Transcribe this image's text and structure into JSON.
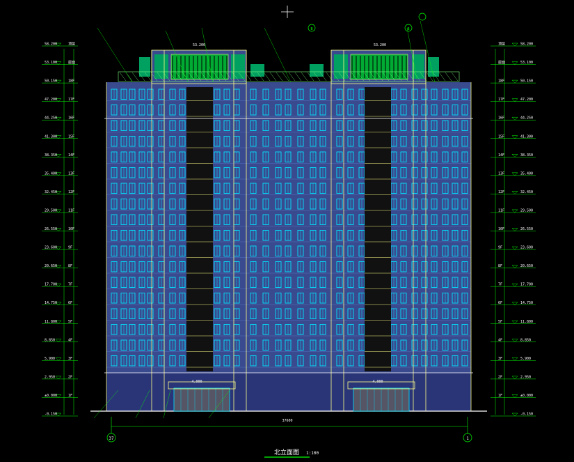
{
  "drawing": {
    "title": "北立面图",
    "scale": "1:100",
    "total_width_dim": "37600",
    "axis_left": "37",
    "axis_right": "1",
    "center_dims": [
      "4,000",
      "4,000"
    ],
    "roof_elev_labels": [
      "53.200",
      "53.200"
    ],
    "grid_tags": [
      "B",
      "B"
    ]
  },
  "levels": [
    {
      "label": "顶层",
      "elev": "58.200"
    },
    {
      "label": "屋面",
      "elev": "53.100"
    },
    {
      "label": "18F",
      "elev": "50.150"
    },
    {
      "label": "17F",
      "elev": "47.200"
    },
    {
      "label": "16F",
      "elev": "44.250"
    },
    {
      "label": "15F",
      "elev": "41.300"
    },
    {
      "label": "14F",
      "elev": "38.350"
    },
    {
      "label": "13F",
      "elev": "35.400"
    },
    {
      "label": "12F",
      "elev": "32.450"
    },
    {
      "label": "11F",
      "elev": "29.500"
    },
    {
      "label": "10F",
      "elev": "26.550"
    },
    {
      "label": "9F",
      "elev": "23.600"
    },
    {
      "label": "8F",
      "elev": "20.650"
    },
    {
      "label": "7F",
      "elev": "17.700"
    },
    {
      "label": "6F",
      "elev": "14.750"
    },
    {
      "label": "5F",
      "elev": "11.800"
    },
    {
      "label": "4F",
      "elev": "8.850"
    },
    {
      "label": "3F",
      "elev": "5.900"
    },
    {
      "label": "2F",
      "elev": "2.950"
    },
    {
      "label": "1F",
      "elev": "±0.000"
    },
    {
      "label": "",
      "elev": "-0.150"
    }
  ],
  "colors": {
    "background": "#000000",
    "facade": "#3a4a8e",
    "window": "#00e5ff",
    "outline": "#ffff88",
    "green": "#00c060",
    "dim": "#00ff00",
    "text": "#ffffff",
    "roof": "#00a060"
  }
}
